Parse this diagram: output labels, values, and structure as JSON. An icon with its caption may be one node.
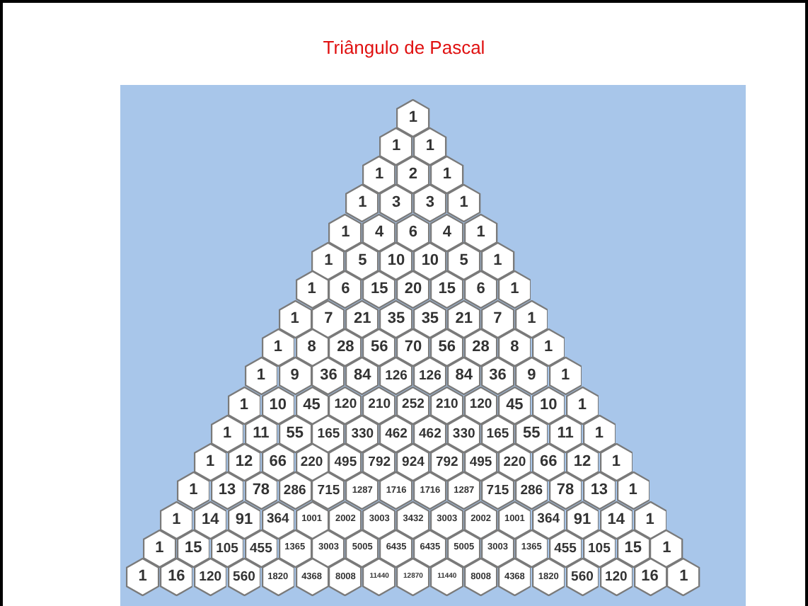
{
  "diagram": {
    "title": "Triângulo de Pascal",
    "nodes": [
      {
        "text": [
          "1"
        ]
      },
      {
        "text": [
          "1"
        ]
      },
      {
        "text": [
          "1"
        ]
      },
      {
        "text": [
          "1"
        ]
      },
      {
        "text": [
          "2"
        ]
      },
      {
        "text": [
          "1"
        ]
      },
      {
        "text": [
          "1"
        ]
      },
      {
        "text": [
          "3"
        ]
      },
      {
        "text": [
          "3"
        ]
      },
      {
        "text": [
          "1"
        ]
      },
      {
        "text": [
          "1"
        ]
      },
      {
        "text": [
          "4"
        ]
      },
      {
        "text": [
          "6"
        ]
      },
      {
        "text": [
          "4"
        ]
      },
      {
        "text": [
          "1"
        ]
      },
      {
        "text": [
          "1"
        ]
      },
      {
        "text": [
          "5"
        ]
      },
      {
        "text": [
          "10"
        ]
      },
      {
        "text": [
          "10"
        ]
      },
      {
        "text": [
          "5"
        ]
      },
      {
        "text": [
          "1"
        ]
      },
      {
        "text": [
          "1"
        ]
      },
      {
        "text": [
          "6"
        ]
      },
      {
        "text": [
          "15"
        ]
      },
      {
        "text": [
          "20"
        ]
      },
      {
        "text": [
          "15"
        ]
      },
      {
        "text": [
          "6"
        ]
      },
      {
        "text": [
          "1"
        ]
      },
      {
        "text": [
          "1"
        ]
      },
      {
        "text": [
          "7"
        ]
      },
      {
        "text": [
          "21"
        ]
      },
      {
        "text": [
          "35"
        ]
      },
      {
        "text": [
          "35"
        ]
      },
      {
        "text": [
          "21"
        ]
      },
      {
        "text": [
          "7"
        ]
      },
      {
        "text": [
          "1"
        ]
      },
      {
        "text": [
          "1"
        ]
      },
      {
        "text": [
          "8"
        ]
      },
      {
        "text": [
          "28"
        ]
      },
      {
        "text": [
          "56"
        ]
      },
      {
        "text": [
          "70"
        ]
      },
      {
        "text": [
          "56"
        ]
      },
      {
        "text": [
          "28"
        ]
      },
      {
        "text": [
          "8"
        ]
      },
      {
        "text": [
          "1"
        ]
      },
      {
        "text": [
          "1"
        ]
      },
      {
        "text": [
          "9"
        ]
      },
      {
        "text": [
          "36"
        ]
      },
      {
        "text": [
          "84"
        ]
      },
      {
        "text": [
          "126"
        ]
      },
      {
        "text": [
          "126"
        ]
      },
      {
        "text": [
          "84"
        ]
      },
      {
        "text": [
          "36"
        ]
      },
      {
        "text": [
          "9"
        ]
      },
      {
        "text": [
          "1"
        ]
      },
      {
        "text": [
          "1"
        ]
      },
      {
        "text": [
          "10"
        ]
      },
      {
        "text": [
          "45"
        ]
      },
      {
        "text": [
          "120"
        ]
      },
      {
        "text": [
          "210"
        ]
      },
      {
        "text": [
          "252"
        ]
      },
      {
        "text": [
          "210"
        ]
      },
      {
        "text": [
          "120"
        ]
      },
      {
        "text": [
          "45"
        ]
      },
      {
        "text": [
          "10"
        ]
      },
      {
        "text": [
          "1"
        ]
      },
      {
        "text": [
          "1"
        ]
      },
      {
        "text": [
          "11"
        ]
      },
      {
        "text": [
          "55"
        ]
      },
      {
        "text": [
          "165"
        ]
      },
      {
        "text": [
          "330"
        ]
      },
      {
        "text": [
          "462"
        ]
      },
      {
        "text": [
          "462"
        ]
      },
      {
        "text": [
          "330"
        ]
      },
      {
        "text": [
          "165"
        ]
      },
      {
        "text": [
          "55"
        ]
      },
      {
        "text": [
          "11"
        ]
      },
      {
        "text": [
          "1"
        ]
      },
      {
        "text": [
          "1"
        ]
      },
      {
        "text": [
          "12"
        ]
      },
      {
        "text": [
          "66"
        ]
      },
      {
        "text": [
          "220"
        ]
      },
      {
        "text": [
          "495"
        ]
      },
      {
        "text": [
          "792"
        ]
      },
      {
        "text": [
          "924"
        ]
      },
      {
        "text": [
          "792"
        ]
      },
      {
        "text": [
          "495"
        ]
      },
      {
        "text": [
          "220"
        ]
      },
      {
        "text": [
          "66"
        ]
      },
      {
        "text": [
          "12"
        ]
      },
      {
        "text": [
          "1"
        ]
      },
      {
        "text": [
          "1"
        ]
      },
      {
        "text": [
          "13"
        ]
      },
      {
        "text": [
          "78"
        ]
      },
      {
        "text": [
          "286"
        ]
      },
      {
        "text": [
          "715"
        ]
      },
      {
        "text": [
          "1287"
        ]
      },
      {
        "text": [
          "1716"
        ]
      },
      {
        "text": [
          "1716"
        ]
      },
      {
        "text": [
          "1287"
        ]
      },
      {
        "text": [
          "715"
        ]
      },
      {
        "text": [
          "286"
        ]
      },
      {
        "text": [
          "78"
        ]
      },
      {
        "text": [
          "13"
        ]
      },
      {
        "text": [
          "1"
        ]
      },
      {
        "text": [
          "1"
        ]
      },
      {
        "text": [
          "14"
        ]
      },
      {
        "text": [
          "91"
        ]
      },
      {
        "text": [
          "364"
        ]
      },
      {
        "text": [
          "1001"
        ]
      },
      {
        "text": [
          "2002"
        ]
      },
      {
        "text": [
          "3003"
        ]
      },
      {
        "text": [
          "3432"
        ]
      },
      {
        "text": [
          "3003"
        ]
      },
      {
        "text": [
          "2002"
        ]
      },
      {
        "text": [
          "1001"
        ]
      },
      {
        "text": [
          "364"
        ]
      },
      {
        "text": [
          "91"
        ]
      },
      {
        "text": [
          "14"
        ]
      },
      {
        "text": [
          "1"
        ]
      },
      {
        "text": [
          "1"
        ]
      },
      {
        "text": [
          "15"
        ]
      },
      {
        "text": [
          "105"
        ]
      },
      {
        "text": [
          "455"
        ]
      },
      {
        "text": [
          "1365"
        ]
      },
      {
        "text": [
          "3003"
        ]
      },
      {
        "text": [
          "5005"
        ]
      },
      {
        "text": [
          "6435"
        ]
      },
      {
        "text": [
          "6435"
        ]
      },
      {
        "text": [
          "5005"
        ]
      },
      {
        "text": [
          "3003"
        ]
      },
      {
        "text": [
          "1365"
        ]
      },
      {
        "text": [
          "455"
        ]
      },
      {
        "text": [
          "105"
        ]
      },
      {
        "text": [
          "15"
        ]
      },
      {
        "text": [
          "1"
        ]
      },
      {
        "text": [
          "1"
        ]
      },
      {
        "text": [
          "16"
        ]
      },
      {
        "text": [
          "120"
        ]
      },
      {
        "text": [
          "560"
        ]
      },
      {
        "text": [
          "1820"
        ]
      },
      {
        "text": [
          "4368"
        ]
      },
      {
        "text": [
          "8008"
        ]
      },
      {
        "text": [
          "11440"
        ]
      },
      {
        "text": [
          "12870"
        ]
      },
      {
        "text": [
          "11440"
        ]
      },
      {
        "text": [
          "8008"
        ]
      },
      {
        "text": [
          "4368"
        ]
      },
      {
        "text": [
          "1820"
        ]
      },
      {
        "text": [
          "560"
        ]
      },
      {
        "text": [
          "120"
        ]
      },
      {
        "text": [
          "16"
        ]
      },
      {
        "text": [
          "1"
        ]
      }
    ]
  }
}
